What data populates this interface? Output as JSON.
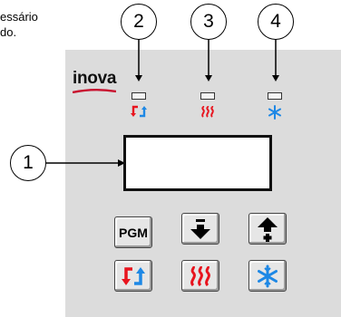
{
  "caption": {
    "text": "essário\ndo."
  },
  "brand": {
    "name": "inova"
  },
  "callouts": [
    "2",
    "3",
    "4",
    "1"
  ],
  "buttons": {
    "pgm_label": "PGM"
  },
  "icons": {
    "indicator_1": "swap-arrows-icon",
    "indicator_2": "heat-waves-icon",
    "indicator_3": "snowflake-icon",
    "button_down": "down-arrow-minus-icon",
    "button_up": "up-arrow-plus-icon",
    "button_cycle": "swap-arrows-icon",
    "button_heat": "heat-waves-icon",
    "button_cool": "snowflake-icon"
  },
  "colors": {
    "red": "#e8141e",
    "blue": "#1e88e5",
    "panel": "#dcdcdc",
    "logo_swoosh": "#c8102e"
  }
}
